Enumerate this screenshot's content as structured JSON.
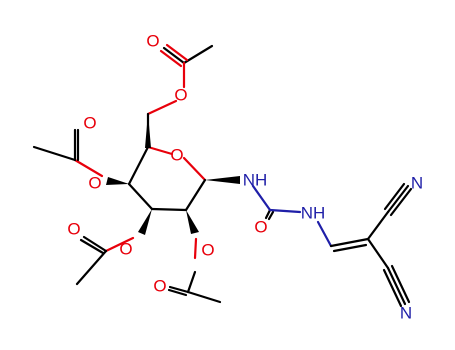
{
  "structure": {
    "atom_colors": {
      "O": "#e8000b",
      "N": "#1f1fa8",
      "C": "#000000"
    },
    "labels": {
      "ring_oxygen": "O",
      "c6_acetate_ester_oxygen": "O",
      "c6_acetate_carbonyl_oxygen": "O",
      "c4_acetate_ester_oxygen": "O",
      "c4_acetate_carbonyl_oxygen": "O",
      "c3_acetate_ester_oxygen": "O",
      "c3_acetate_carbonyl_oxygen": "O",
      "c2_acetate_ester_oxygen": "O",
      "c2_acetate_carbonyl_oxygen": "O",
      "urea_oxygen": "O",
      "anomeric_nh": "NH",
      "vinyl_nh": "NH",
      "nitrile_n_top": "N",
      "nitrile_n_bottom": "N"
    }
  }
}
